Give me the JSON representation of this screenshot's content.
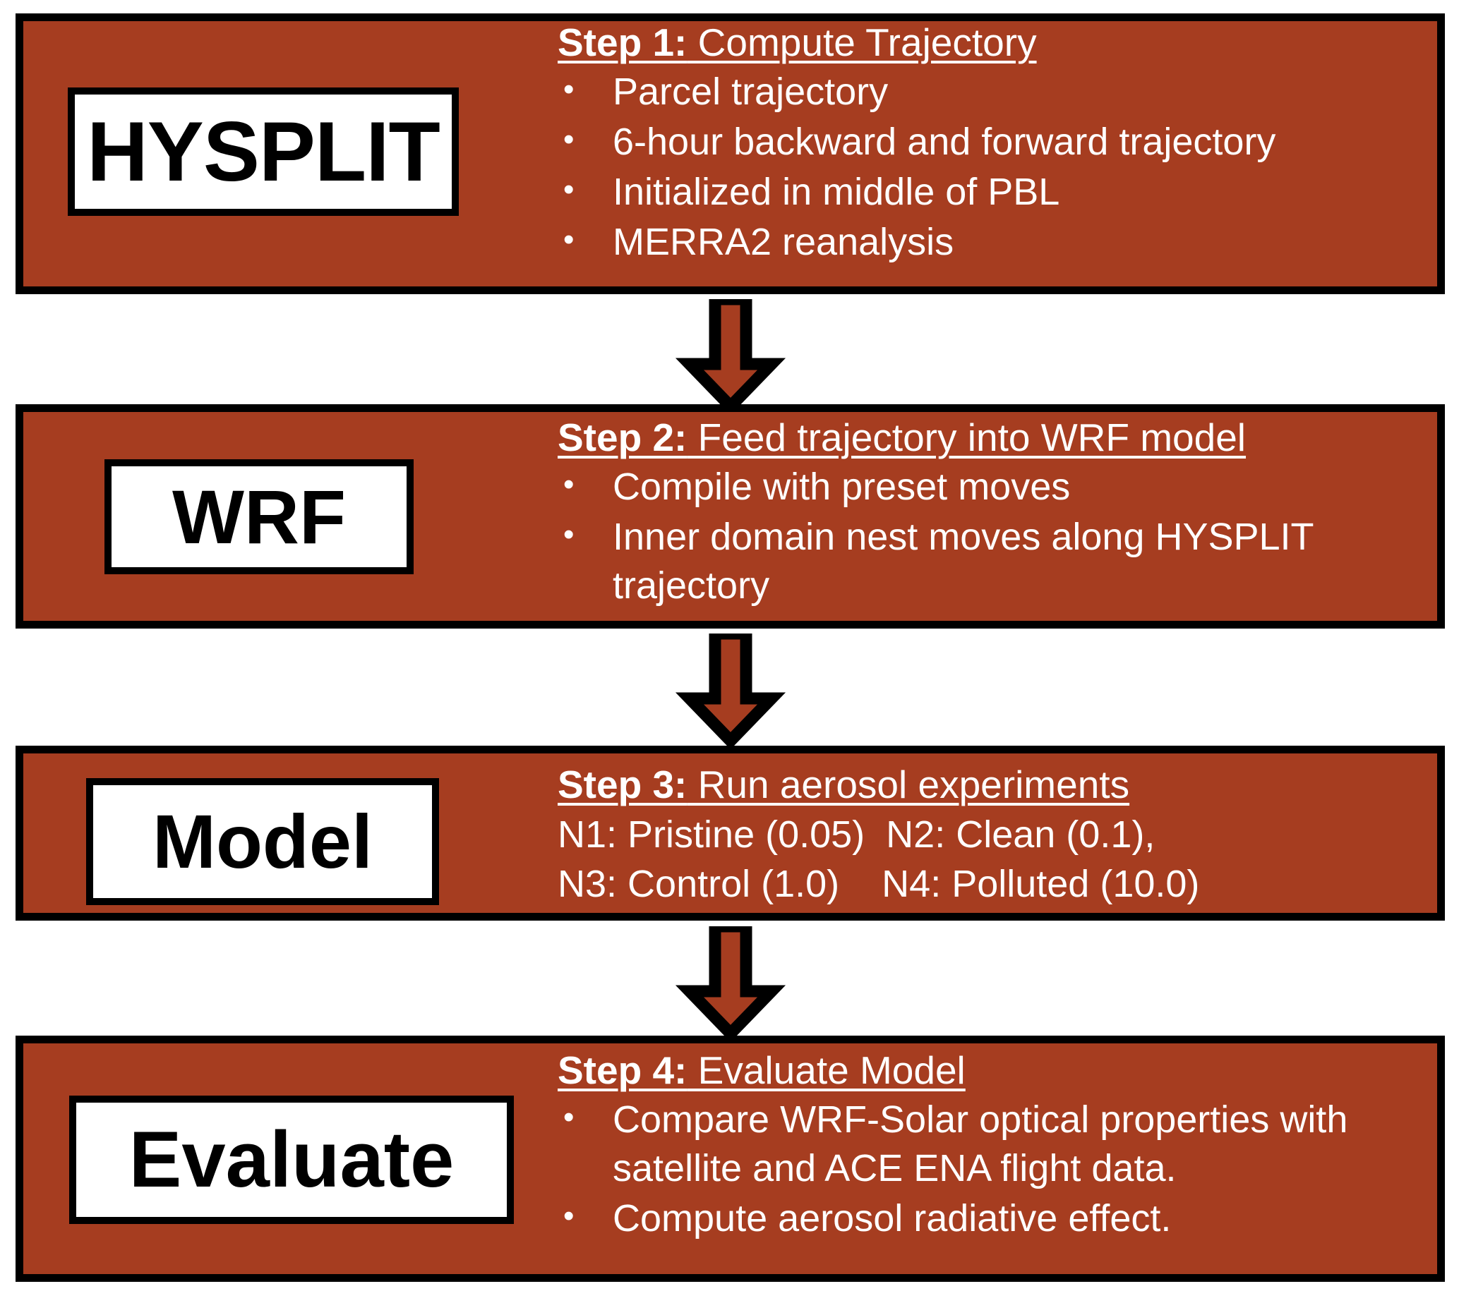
{
  "diagram": {
    "title": "Model workflow flowchart",
    "accent_color": "#A63D20",
    "outline_color": "#000000",
    "text_color": "#FFFFFF",
    "plate_color": "#FFFFFF"
  },
  "steps": [
    {
      "plate_label": "HYSPLIT",
      "heading_lead": "Step 1:",
      "heading_rest": " Compute Trajectory",
      "bullets": [
        "Parcel trajectory",
        "6-hour backward and forward trajectory",
        "Initialized in middle of PBL",
        "MERRA2 reanalysis"
      ],
      "lines": []
    },
    {
      "plate_label": "WRF",
      "heading_lead": "Step 2:",
      "heading_rest": " Feed trajectory into WRF model",
      "bullets": [
        "Compile with preset moves",
        "Inner domain nest moves along HYSPLIT trajectory"
      ],
      "lines": []
    },
    {
      "plate_label": "Model",
      "heading_lead": "Step 3:",
      "heading_rest": " Run aerosol experiments",
      "bullets": [],
      "lines": [
        "N1: Pristine (0.05)  N2: Clean (0.1),",
        "N3: Control (1.0)    N4: Polluted (10.0)"
      ]
    },
    {
      "plate_label": "Evaluate",
      "heading_lead": "Step 4:",
      "heading_rest": " Evaluate Model",
      "bullets": [
        "Compare WRF-Solar optical properties with satellite and ACE ENA flight data.",
        "Compute aerosol radiative effect."
      ],
      "lines": []
    }
  ],
  "arrows": [
    {
      "name": "arrow-step1-to-step2",
      "direction": "down"
    },
    {
      "name": "arrow-step2-to-step3",
      "direction": "down"
    },
    {
      "name": "arrow-step3-to-step4",
      "direction": "down"
    }
  ]
}
